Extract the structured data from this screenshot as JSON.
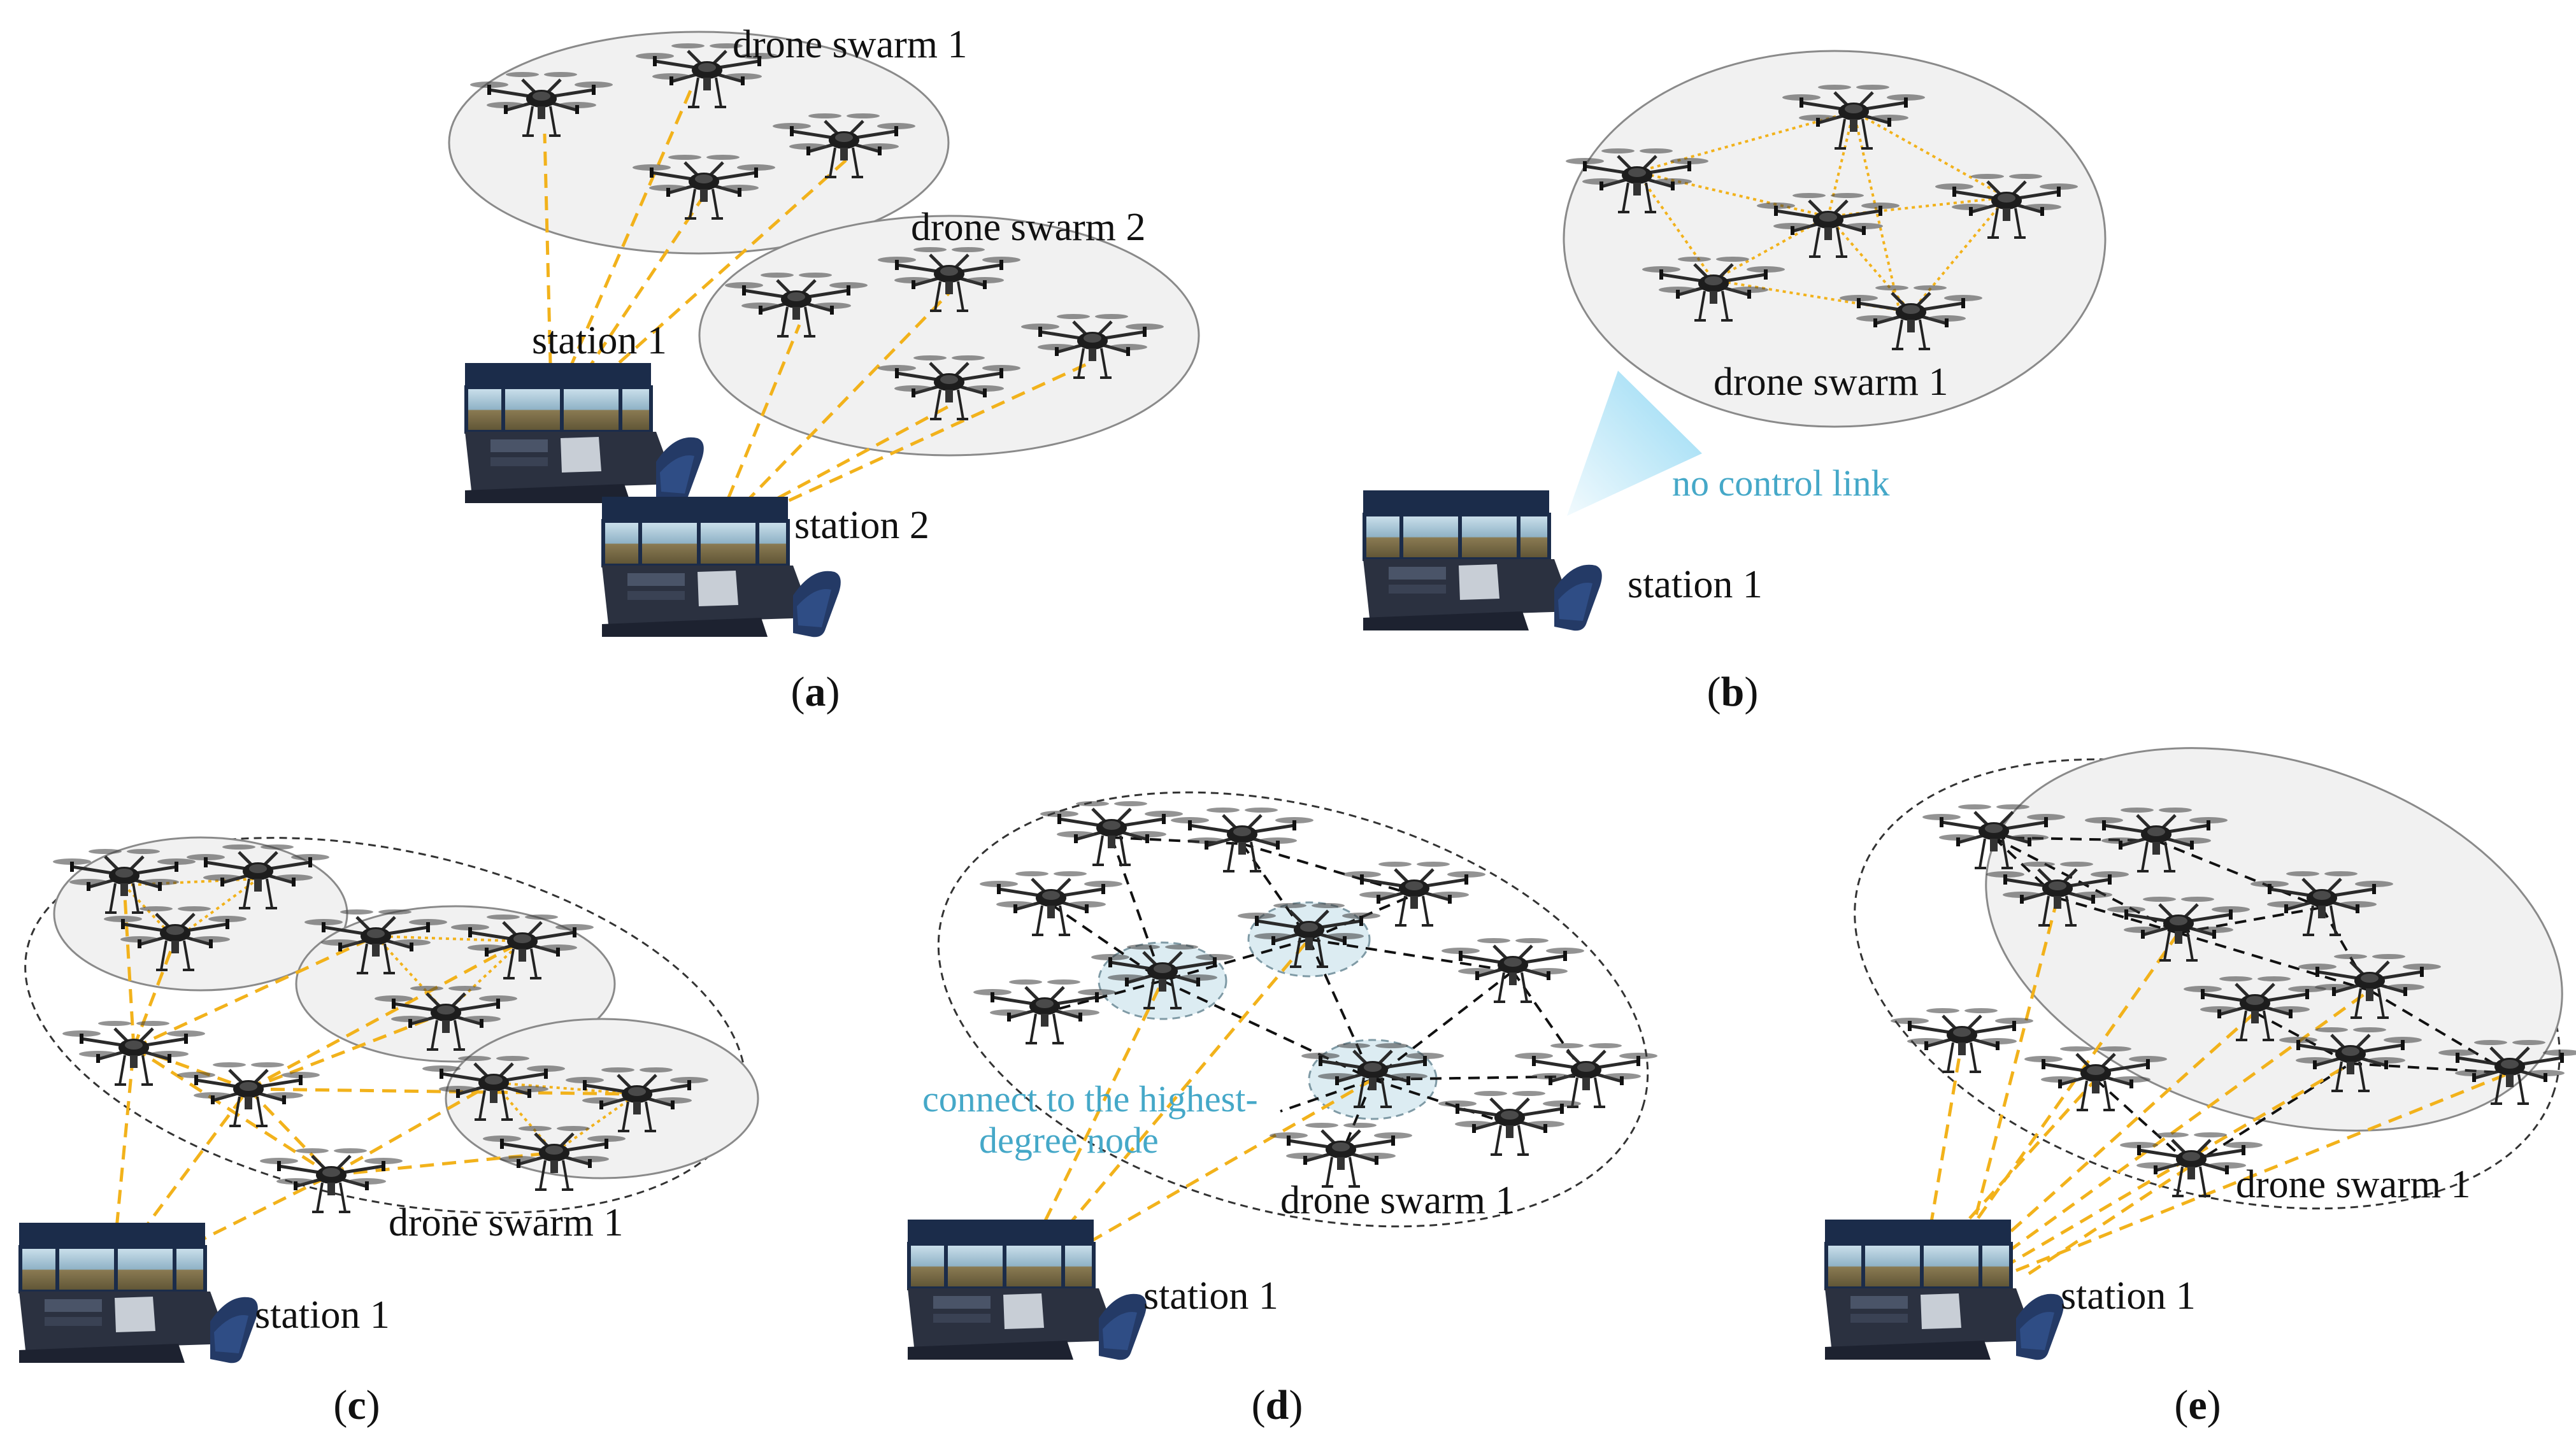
{
  "colors": {
    "control_link": "#f2b21b",
    "mesh_link": "#f2b21b",
    "peer_link": "#111111",
    "annotation": "#45a8c8",
    "swarm_fill": "#f1f1f1",
    "hub_fill": "#dcecf2",
    "no_link_beam": "#a8e0f5"
  },
  "icons": {
    "drone": "hexacopter-drone-icon",
    "station": "ground-control-station-icon"
  },
  "panels": {
    "a": {
      "caption": "a",
      "swarm1_label": "drone swarm 1",
      "swarm2_label": "drone swarm 2",
      "station1_label": "station 1",
      "station2_label": "station 2"
    },
    "b": {
      "caption": "b",
      "swarm_label": "drone swarm 1",
      "annotation": "no control link",
      "station_label": "station 1"
    },
    "c": {
      "caption": "c",
      "swarm_label": "drone swarm 1",
      "station_label": "station 1"
    },
    "d": {
      "caption": "d",
      "swarm_label": "drone swarm 1",
      "annotation_line1": "connect to the highest-",
      "annotation_line2": "degree node",
      "station_label": "station 1"
    },
    "e": {
      "caption": "e",
      "swarm_label": "drone swarm 1",
      "station_label": "station 1"
    }
  }
}
